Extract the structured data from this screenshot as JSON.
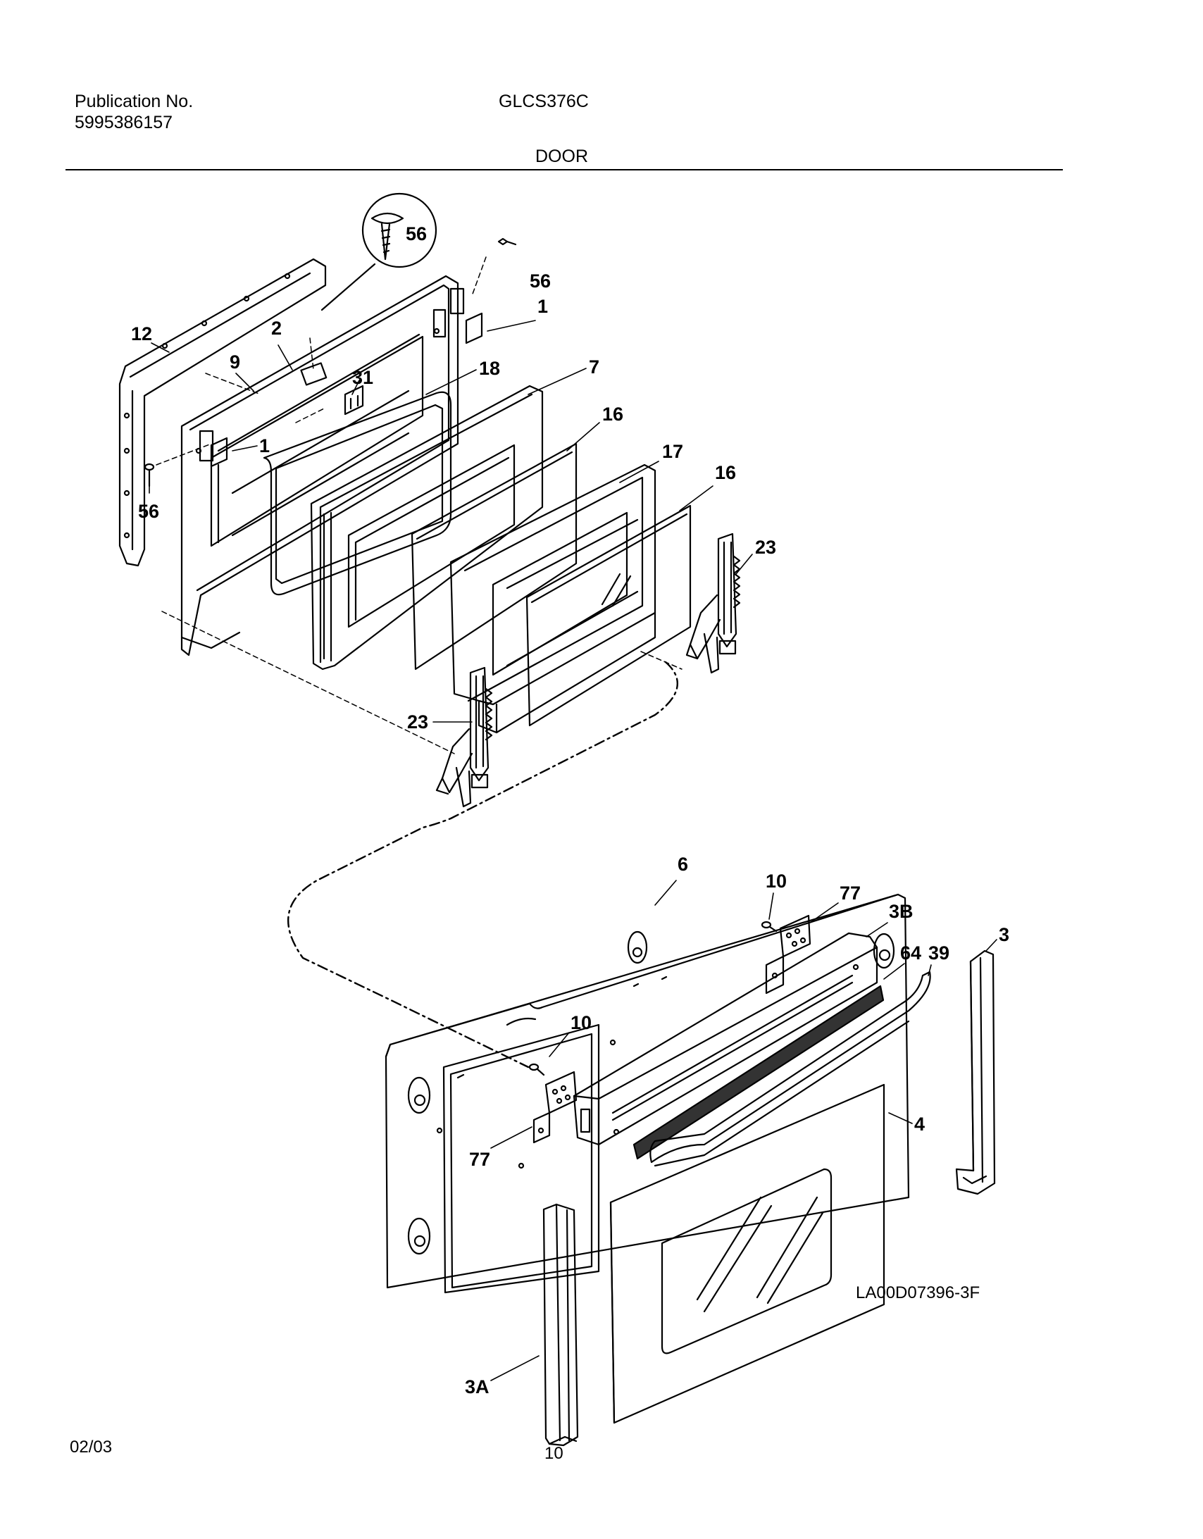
{
  "header": {
    "publication_label": "Publication No.",
    "publication_number": "5995386157",
    "model": "GLCS376C",
    "section_title": "DOOR"
  },
  "callouts": {
    "c56_detail": "56",
    "c56_top": "56",
    "c1_top": "1",
    "c12": "12",
    "c2": "2",
    "c9": "9",
    "c31": "31",
    "c18": "18",
    "c7": "7",
    "c1_left": "1",
    "c56_left": "56",
    "c16_a": "16",
    "c17": "17",
    "c16_b": "16",
    "c23_right": "23",
    "c23_left": "23",
    "c6": "6",
    "c10_top": "10",
    "c77_top": "77",
    "c3B": "3B",
    "c64": "64",
    "c39": "39",
    "c3": "3",
    "c10_mid": "10",
    "c4": "4",
    "c77_bottom": "77",
    "c3A": "3A"
  },
  "footer": {
    "drawing_code": "LA00D07396-3F",
    "date": "02/03",
    "page_number": "10"
  }
}
